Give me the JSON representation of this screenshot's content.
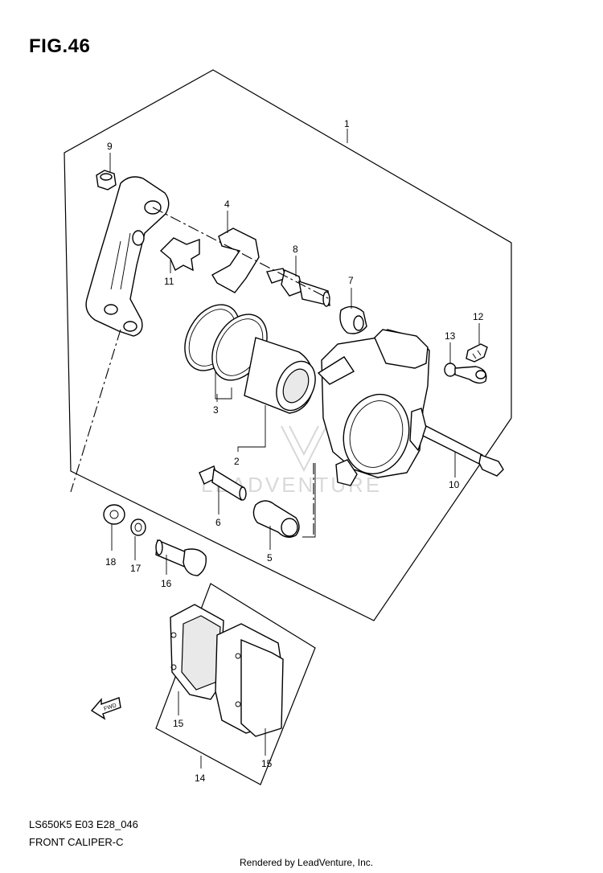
{
  "figure": {
    "title": "FIG.46",
    "model_code": "LS650K5  E03  E28_046",
    "diagram_name": "FRONT CALIPER-C",
    "credit": "Rendered by LeadVenture, Inc.",
    "watermark": "LEADVENTURE",
    "fwd_label": "FWD"
  },
  "parts": [
    {
      "number": "1",
      "name": "caliper-assembly"
    },
    {
      "number": "2",
      "name": "piston-set"
    },
    {
      "number": "3",
      "name": "seal-set"
    },
    {
      "number": "4",
      "name": "pad-spring"
    },
    {
      "number": "5",
      "name": "boot"
    },
    {
      "number": "6",
      "name": "pin"
    },
    {
      "number": "7",
      "name": "boot"
    },
    {
      "number": "8",
      "name": "pin"
    },
    {
      "number": "9",
      "name": "bolt"
    },
    {
      "number": "10",
      "name": "pin"
    },
    {
      "number": "11",
      "name": "spring"
    },
    {
      "number": "12",
      "name": "bleeder-valve"
    },
    {
      "number": "13",
      "name": "cap"
    },
    {
      "number": "14",
      "name": "pad-set"
    },
    {
      "number": "15",
      "name": "pad"
    },
    {
      "number": "15",
      "name": "pad"
    },
    {
      "number": "16",
      "name": "bolt"
    },
    {
      "number": "17",
      "name": "washer"
    },
    {
      "number": "18",
      "name": "washer"
    }
  ]
}
